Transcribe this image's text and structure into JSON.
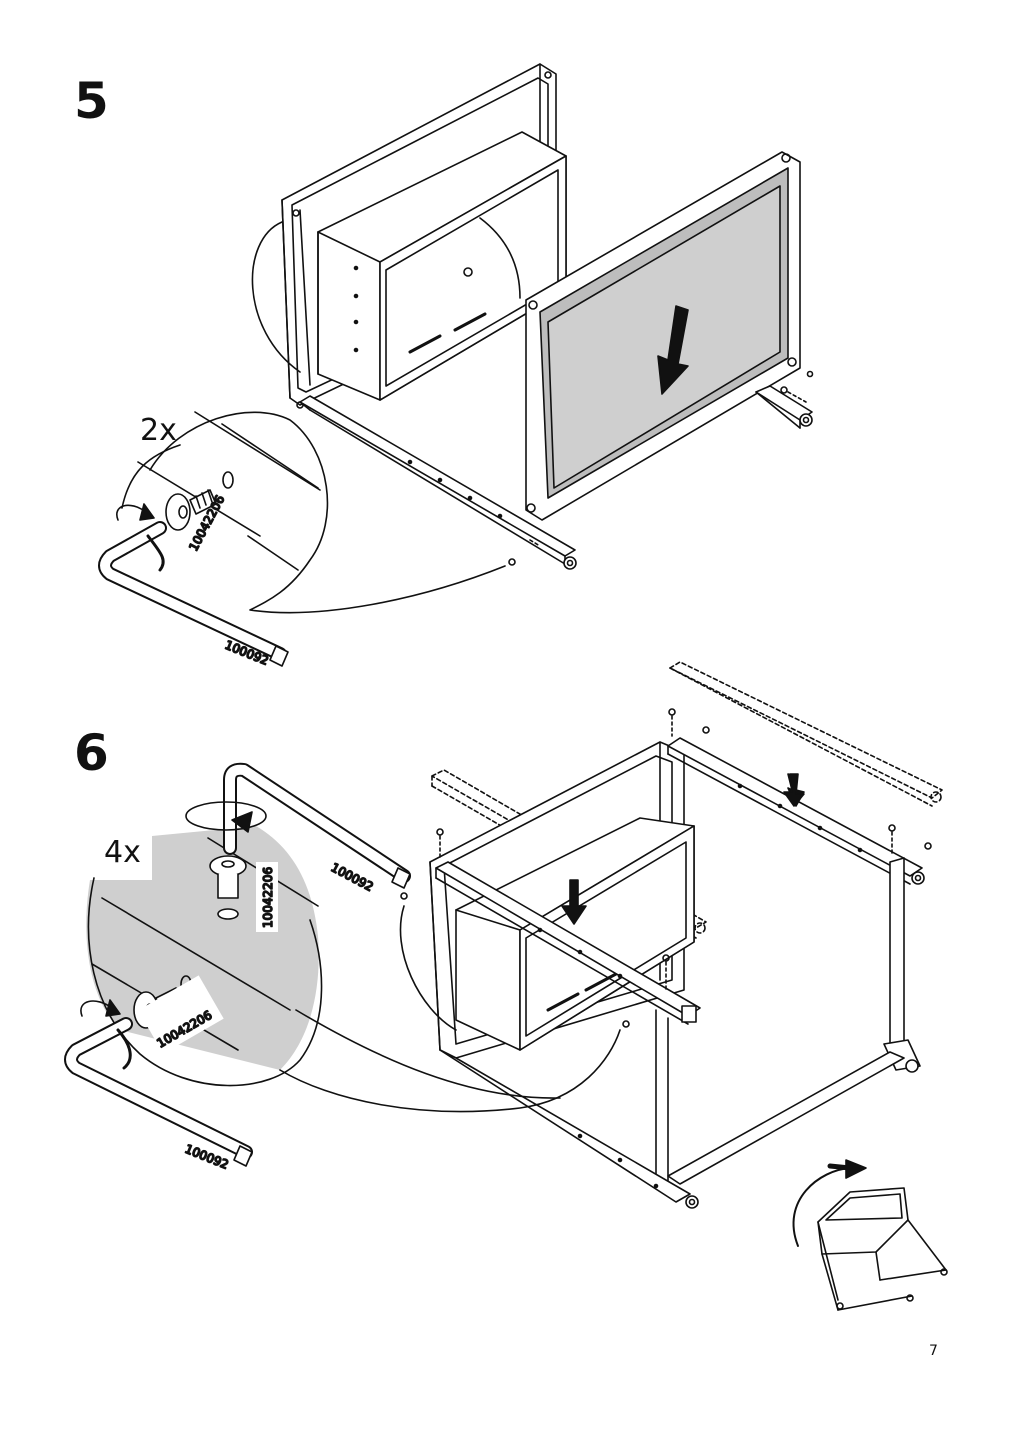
{
  "steps": [
    {
      "number": "5",
      "quantity": "2x",
      "parts": {
        "screw": "10042206",
        "allen_key": "100092"
      }
    },
    {
      "number": "6",
      "quantity": "4x",
      "parts": {
        "screw": "10042206",
        "allen_key": "100092"
      }
    }
  ],
  "page_number": "7",
  "icons": [
    "downward-arrow-icon",
    "rotation-arrow-icon",
    "flip-arrow-icon"
  ]
}
